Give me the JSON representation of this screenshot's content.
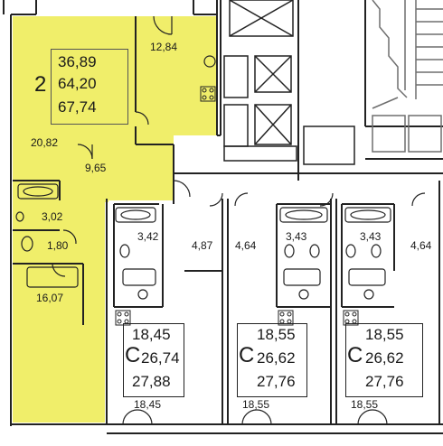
{
  "colors": {
    "highlight": "#f0ee6a",
    "wall": "#222222",
    "stair": "#6e6e6e",
    "paper": "#ffffff"
  },
  "icons": [
    "door-swing-icon",
    "bathtub-icon",
    "toilet-icon",
    "sink-icon",
    "stove-icon",
    "elevator-icon",
    "stair-icon",
    "shaft-icon"
  ],
  "highlighted_apartment": {
    "rooms_label": "2",
    "living_area": "36,89",
    "total_area": "64,20",
    "total_area_with_balcony": "67,74",
    "rooms": {
      "kitchen": "12,84",
      "living_room": "20,82",
      "hall": "9,65",
      "bathroom": "3,02",
      "wc": "1,80",
      "bedroom": "16,07"
    }
  },
  "studios": [
    {
      "rooms_label": "С",
      "living_area": "18,45",
      "total_area": "26,74",
      "total_area_with_balcony": "27,88",
      "bathroom": "3,42",
      "hall": "4,87",
      "room": "18,45"
    },
    {
      "rooms_label": "С",
      "living_area": "18,55",
      "total_area": "26,62",
      "total_area_with_balcony": "27,76",
      "bathroom": "3,43",
      "hall": "4,64",
      "room": "18,55"
    },
    {
      "rooms_label": "С",
      "living_area": "18,55",
      "total_area": "26,62",
      "total_area_with_balcony": "27,76",
      "bathroom": "3,43",
      "hall": "4,64",
      "room": "18,55"
    }
  ]
}
